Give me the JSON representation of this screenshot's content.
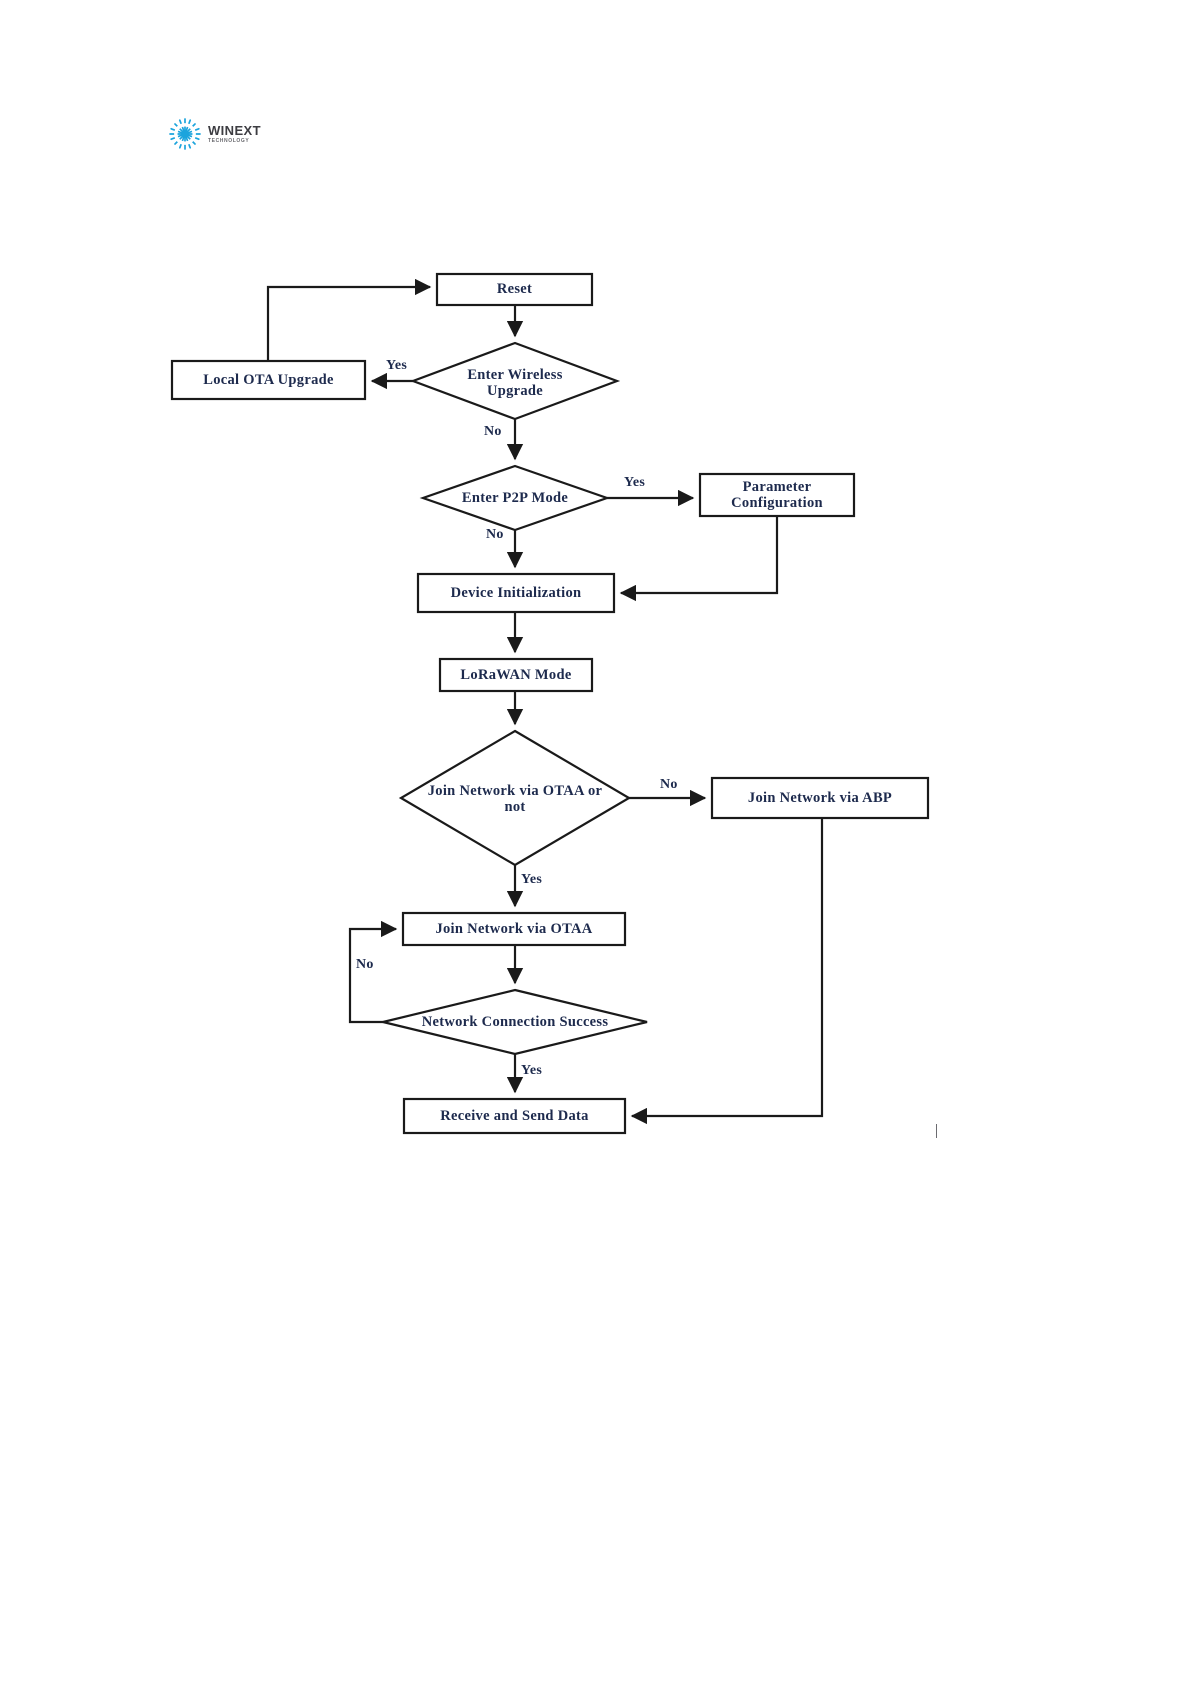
{
  "document": {
    "background_color": "#ffffff",
    "ink_color": "#1d2a4d",
    "line_color": "#1a1a1a"
  },
  "logo": {
    "name": "winext-technology-logo",
    "wordmark": "WINEXT",
    "tagline": "TECHNOLOGY",
    "mark_color": "#1ba4dd",
    "wordmark_color": "#3d3d42"
  },
  "chart_data": {
    "type": "flowchart",
    "title": "",
    "orientation": "top-to-bottom",
    "nodes": [
      {
        "id": "reset",
        "shape": "process",
        "label": "Reset"
      },
      {
        "id": "wireless",
        "shape": "decision",
        "label": "Enter Wireless\nUpgrade"
      },
      {
        "id": "local_ota",
        "shape": "process",
        "label": "Local OTA Upgrade"
      },
      {
        "id": "p2p",
        "shape": "decision",
        "label": "Enter P2P Mode"
      },
      {
        "id": "param_cfg",
        "shape": "process",
        "label": "Parameter\nConfiguration"
      },
      {
        "id": "dev_init",
        "shape": "process",
        "label": "Device Initialization"
      },
      {
        "id": "lorawan",
        "shape": "process",
        "label": "LoRaWAN Mode"
      },
      {
        "id": "otaa_or_not",
        "shape": "decision",
        "label": "Join Network via OTAA or\nnot"
      },
      {
        "id": "join_abp",
        "shape": "process",
        "label": "Join Network via ABP"
      },
      {
        "id": "join_otaa",
        "shape": "process",
        "label": "Join Network via OTAA"
      },
      {
        "id": "conn_success",
        "shape": "decision",
        "label": "Network Connection Success"
      },
      {
        "id": "recv_send",
        "shape": "process",
        "label": "Receive and Send Data"
      }
    ],
    "edges": [
      {
        "from": "reset",
        "to": "wireless",
        "label": ""
      },
      {
        "from": "wireless",
        "to": "local_ota",
        "label": "Yes"
      },
      {
        "from": "local_ota",
        "to": "reset",
        "label": ""
      },
      {
        "from": "wireless",
        "to": "p2p",
        "label": "No"
      },
      {
        "from": "p2p",
        "to": "param_cfg",
        "label": "Yes"
      },
      {
        "from": "param_cfg",
        "to": "dev_init",
        "label": ""
      },
      {
        "from": "p2p",
        "to": "dev_init",
        "label": "No"
      },
      {
        "from": "dev_init",
        "to": "lorawan",
        "label": ""
      },
      {
        "from": "lorawan",
        "to": "otaa_or_not",
        "label": ""
      },
      {
        "from": "otaa_or_not",
        "to": "join_abp",
        "label": "No"
      },
      {
        "from": "otaa_or_not",
        "to": "join_otaa",
        "label": "Yes"
      },
      {
        "from": "join_otaa",
        "to": "conn_success",
        "label": ""
      },
      {
        "from": "conn_success",
        "to": "join_otaa",
        "label": "No"
      },
      {
        "from": "conn_success",
        "to": "recv_send",
        "label": "Yes"
      },
      {
        "from": "join_abp",
        "to": "recv_send",
        "label": ""
      }
    ],
    "edge_labels": {
      "wireless_yes": "Yes",
      "wireless_no": "No",
      "p2p_yes": "Yes",
      "p2p_no": "No",
      "otaa_no": "No",
      "otaa_yes": "Yes",
      "conn_no": "No",
      "conn_yes": "Yes"
    }
  }
}
